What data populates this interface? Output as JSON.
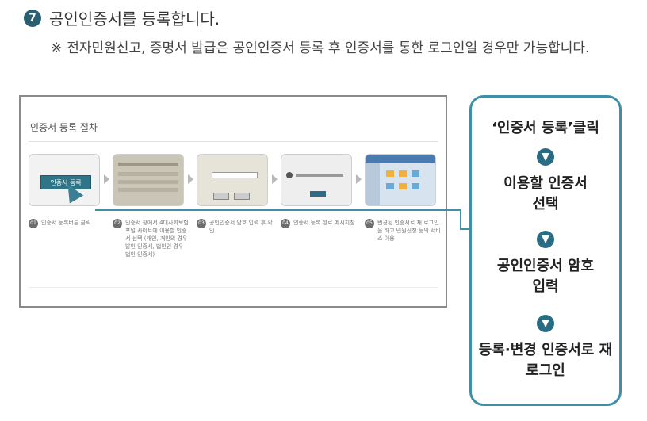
{
  "header": {
    "step_number": "7",
    "title": "공인인증서를 등록합니다.",
    "note_mark": "※",
    "note_text": "전자민원신고, 증명서 발급은 공인인증서 등록 후 인증서를 통한 로그인일 경우만 가능합니다."
  },
  "panel": {
    "title": "인증서 등록 절차",
    "button_label": "인증서 등록",
    "steps": [
      {
        "num": "01",
        "text": "인증서 등록버튼 클릭"
      },
      {
        "num": "02",
        "text": "인증서 창에서 4대사회보험 포털 사이트에 이용할 인증서 선택 (개인, 개인의 경우 발인 인증서, 법인인 경우 법인 인증서)"
      },
      {
        "num": "03",
        "text": "공인인증서 암호 입력 후 확인"
      },
      {
        "num": "04",
        "text": "인증서 등록 완료 메시지창"
      },
      {
        "num": "05",
        "text": "변경된 인증서로 재 로그인을 하고 민원신청 등의 서비스 이용"
      }
    ]
  },
  "flow": {
    "steps": [
      "‘인증서 등록’클릭",
      "이용할 인증서 선택",
      "공인인증서 암호 입력",
      "등록·변경 인증서로 재로그인"
    ]
  },
  "colors": {
    "accent": "#3f8fa6",
    "dark_accent": "#2a6c84"
  }
}
